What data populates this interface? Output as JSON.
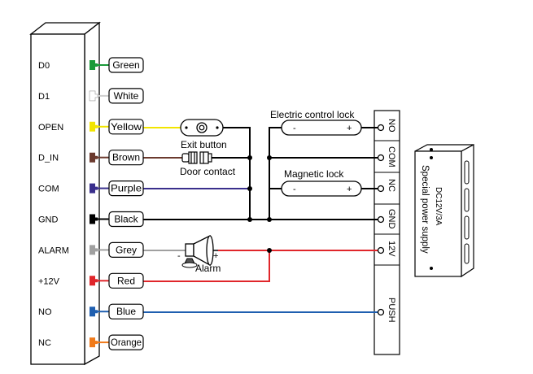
{
  "controller": {
    "terminals": [
      "D0",
      "D1",
      "OPEN",
      "D_IN",
      "COM",
      "GND",
      "ALARM",
      "+12V",
      "NO",
      "NC"
    ],
    "wires": [
      {
        "label": "Green",
        "color": "#1a9a3a"
      },
      {
        "label": "White",
        "color": "#ffffff"
      },
      {
        "label": "Yellow",
        "color": "#f2e500"
      },
      {
        "label": "Brown",
        "color": "#6b3a2e"
      },
      {
        "label": "Purple",
        "color": "#3a2f8c"
      },
      {
        "label": "Black",
        "color": "#000000"
      },
      {
        "label": "Grey",
        "color": "#a0a0a0"
      },
      {
        "label": "Red",
        "color": "#e0262b"
      },
      {
        "label": "Blue",
        "color": "#1f5fb0"
      },
      {
        "label": "Orange",
        "color": "#f07a1a"
      }
    ]
  },
  "devices": {
    "exit_button": "Exit button",
    "door_contact": "Door contact",
    "electric_lock": "Electric control lock",
    "magnetic_lock": "Magnetic lock",
    "alarm": "Alarm",
    "lock_minus": "-",
    "lock_plus": "+",
    "alarm_minus": "-",
    "alarm_plus": "+"
  },
  "terminal_block": {
    "terminals": [
      "NO",
      "COM",
      "NC",
      "GND",
      "12V",
      "PUSH"
    ]
  },
  "power_supply": {
    "rating": "DC12V/3A",
    "label": "Special power supply"
  }
}
